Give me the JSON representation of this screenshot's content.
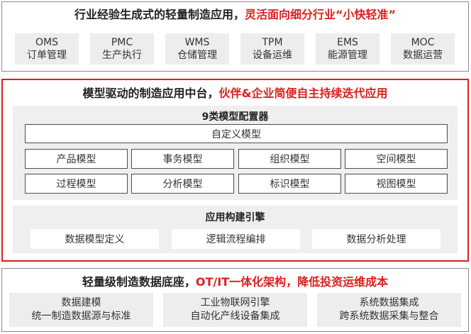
{
  "top": {
    "heading_main": "行业经验生成式的轻量制造应用，",
    "heading_highlight": "灵活面向细分行业“小快轻准”",
    "apps": [
      {
        "code": "OMS",
        "name": "订单管理"
      },
      {
        "code": "PMC",
        "name": "生产执行"
      },
      {
        "code": "WMS",
        "name": "仓储管理"
      },
      {
        "code": "TPM",
        "name": "设备运维"
      },
      {
        "code": "EMS",
        "name": "能源管理"
      },
      {
        "code": "MOC",
        "name": "数据运营"
      }
    ]
  },
  "middle": {
    "heading_main": "模型驱动的制造应用中台，",
    "heading_highlight": "伙伴&企业简便自主持续迭代应用",
    "configurator": {
      "title": "9类模型配置器",
      "custom_model": "自定义模型",
      "models": [
        "产品模型",
        "事务模型",
        "组织模型",
        "空间模型",
        "过程模型",
        "分析模型",
        "标识模型",
        "视图模型"
      ]
    },
    "engine": {
      "title": "应用构建引擎",
      "items": [
        "数据模型定义",
        "逻辑流程编排",
        "数据分析处理"
      ]
    }
  },
  "bottom": {
    "heading_main": "轻量级制造数据底座，",
    "heading_highlight": "OT/IT一体化架构，降低投资运维成本",
    "items": [
      {
        "line1": "数据建模",
        "line2": "统一制造数据源与标准"
      },
      {
        "line1": "工业物联网引擎",
        "line2": "自动化产线设备集成"
      },
      {
        "line1": "系统数据集成",
        "line2": "跨系统数据采集与整合"
      }
    ]
  },
  "colors": {
    "accent_red": "#d9201e",
    "panel_border": "#8a8a8a",
    "cell_gray": "#ededed"
  }
}
